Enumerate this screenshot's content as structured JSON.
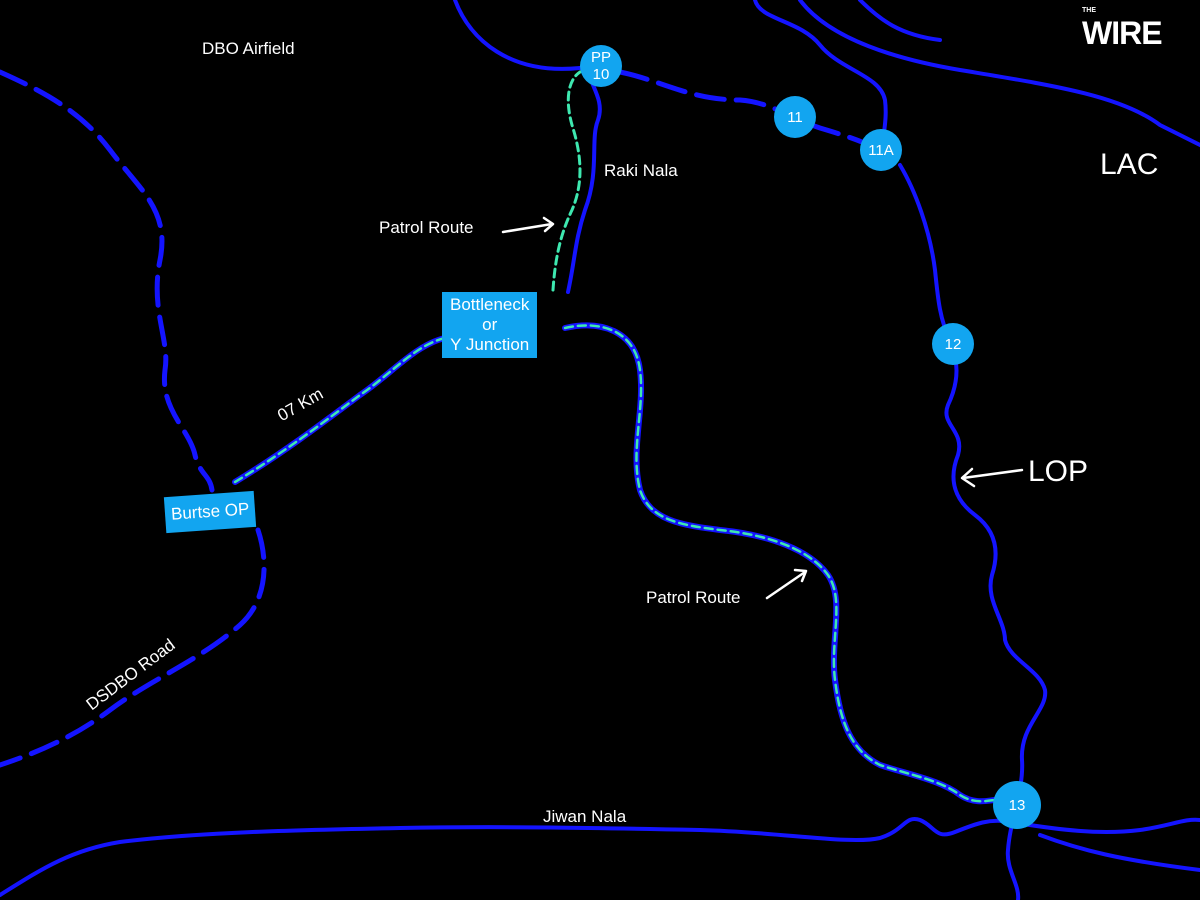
{
  "logo": {
    "small": "THE",
    "main": "WIRE"
  },
  "colors": {
    "river": "#1414ff",
    "patrol": "#3ee8b0",
    "marker": "#12a5f0"
  },
  "labels": {
    "dbo_airfield": "DBO Airfield",
    "raki_nala": "Raki Nala",
    "patrol_route_1": "Patrol Route",
    "patrol_route_2": "Patrol Route",
    "distance": "07 Km",
    "dsdbo_road": "DSDBO Road",
    "jiwan_nala": "Jiwan Nala",
    "lac": "LAC",
    "lop": "LOP"
  },
  "points": {
    "pp10_line1": "PP",
    "pp10_line2": "10",
    "pp11": "11",
    "pp11a": "11A",
    "pp12": "12",
    "pp13": "13"
  },
  "boxes": {
    "bottleneck_line1": "Bottleneck",
    "bottleneck_line2": "or",
    "bottleneck_line3": "Y Junction",
    "burtse": "Burtse OP"
  }
}
